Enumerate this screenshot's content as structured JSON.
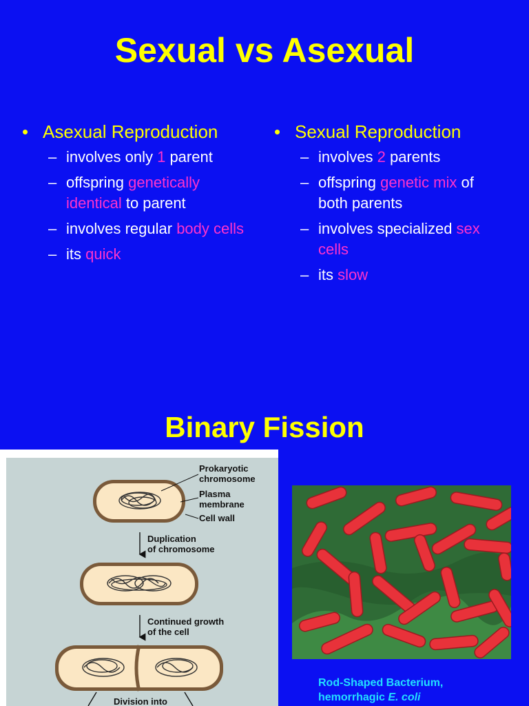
{
  "slide1": {
    "title": "Sexual vs Asexual",
    "left": {
      "heading": "Asexual Reproduction",
      "items": [
        {
          "parts": [
            {
              "t": "involves only "
            },
            {
              "t": "1",
              "hl": true
            },
            {
              "t": " parent"
            }
          ]
        },
        {
          "parts": [
            {
              "t": "offspring "
            },
            {
              "t": "genetically identical",
              "hl": true
            },
            {
              "t": " to parent"
            }
          ]
        },
        {
          "parts": [
            {
              "t": "involves regular "
            },
            {
              "t": "body cells",
              "hl": true
            }
          ]
        },
        {
          "parts": [
            {
              "t": "its "
            },
            {
              "t": "quick",
              "hl": true
            }
          ]
        }
      ]
    },
    "right": {
      "heading": "Sexual Reproduction",
      "items": [
        {
          "parts": [
            {
              "t": "involves "
            },
            {
              "t": "2",
              "hl": true
            },
            {
              "t": " parents"
            }
          ]
        },
        {
          "parts": [
            {
              "t": "offspring "
            },
            {
              "t": "genetic mix",
              "hl": true
            },
            {
              "t": " of both parents"
            }
          ]
        },
        {
          "parts": [
            {
              "t": "involves specialized "
            },
            {
              "t": "sex cells",
              "hl": true
            }
          ]
        },
        {
          "parts": [
            {
              "t": "its "
            },
            {
              "t": "slow",
              "hl": true
            }
          ]
        }
      ]
    }
  },
  "slide2": {
    "title": "Binary Fission",
    "diagram": {
      "label_chromosome_1": "Prokaryotic",
      "label_chromosome_2": "chromosome",
      "label_membrane_1": "Plasma",
      "label_membrane_2": "membrane",
      "label_wall": "Cell wall",
      "step1_1": "Duplication",
      "step1_2": "of chromosome",
      "step2_1": "Continued growth",
      "step2_2": "of the cell",
      "step3_1": "Division into"
    },
    "caption_line1": "Rod-Shaped Bacterium,",
    "caption_line2_prefix": "hemorrhagic ",
    "caption_line2_italic": "E. coli"
  },
  "colors": {
    "background": "#0b10f2",
    "title": "#ffff00",
    "highlight": "#ff33cc",
    "caption": "#22e0ff",
    "bacteria": "#e8323a"
  }
}
